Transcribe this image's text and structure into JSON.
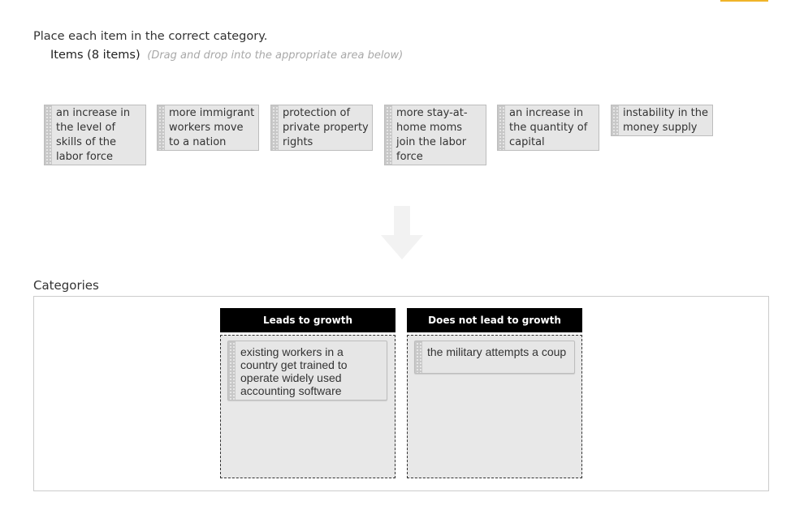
{
  "instruction": "Place each item in the correct category.",
  "items_section": {
    "title": "Items (8 items)",
    "hint": "(Drag and drop into the appropriate area below)"
  },
  "items": [
    {
      "text": "an increase in the level of skills of the labor force"
    },
    {
      "text": "more immigrant workers move to a nation"
    },
    {
      "text": "protection of private property rights"
    },
    {
      "text": "more stay-at-home moms join the labor force"
    },
    {
      "text": "an increase in the quantity of capital"
    },
    {
      "text": "instability in the money supply"
    }
  ],
  "categories_label": "Categories",
  "categories": [
    {
      "title": "Leads to growth",
      "placed": [
        "existing workers in a country get trained to operate widely used accounting software"
      ]
    },
    {
      "title": "Does not lead to growth",
      "placed": [
        "the military attempts a coup"
      ]
    }
  ],
  "colors": {
    "accent": "#f0b429",
    "category_header_bg": "#000000",
    "card_bg": "#e6e6e6",
    "dropzone_bg": "#e8e8e8"
  },
  "icons": {
    "drag_grip": "grip-icon",
    "direction_arrow": "down-arrow-icon"
  }
}
